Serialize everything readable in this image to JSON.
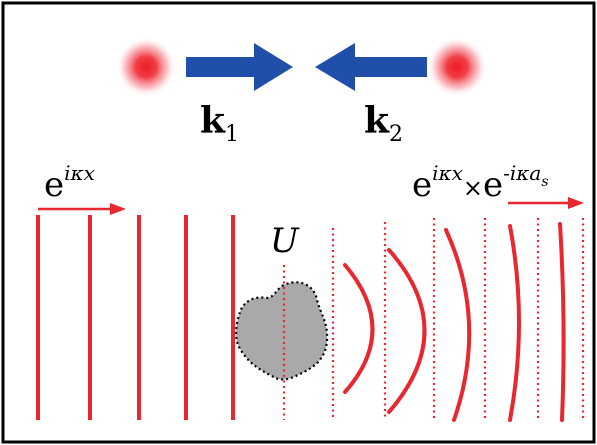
{
  "colors": {
    "wave": "#e8272f",
    "arrow_blue": "#1f4fa8",
    "particle": "#ee1c25",
    "scatterer_fill": "#a9a9a9",
    "frame": "#000000"
  },
  "labels": {
    "k1_base": "k",
    "k1_sub": "1",
    "k2_base": "k",
    "k2_sub": "2",
    "incident_base": "e",
    "incident_exp": "iκx",
    "scattered_base": "e",
    "scattered_exp": "iκx",
    "times": "×",
    "phase_base": "e",
    "phase_exp_prefix": "-iκa",
    "phase_exp_sub": "s",
    "potential": "U"
  },
  "icons": {
    "particle_left": "gaussian-blob-icon",
    "particle_right": "gaussian-blob-icon",
    "arrow_k1": "right-arrow-icon",
    "arrow_k2": "left-arrow-icon"
  }
}
